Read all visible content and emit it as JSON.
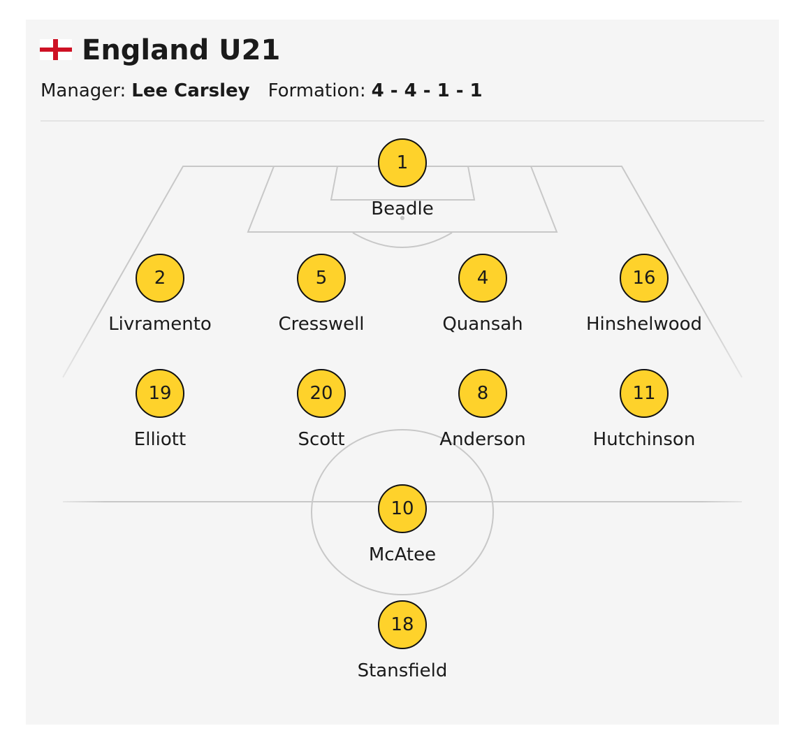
{
  "team": {
    "name": "England U21",
    "flag_icon": "england-flag-icon",
    "manager_label": "Manager:",
    "manager": "Lee Carsley",
    "formation_label": "Formation:",
    "formation": "4 - 4 - 1 - 1"
  },
  "colors": {
    "badge": "#fed22b",
    "flag_cross": "#ce1124",
    "pitch_lines": "#c8c8c8",
    "card": "#f5f5f5"
  },
  "players": [
    {
      "number": "1",
      "name": "Beadle"
    },
    {
      "number": "2",
      "name": "Livramento"
    },
    {
      "number": "5",
      "name": "Cresswell"
    },
    {
      "number": "4",
      "name": "Quansah"
    },
    {
      "number": "16",
      "name": "Hinshelwood"
    },
    {
      "number": "19",
      "name": "Elliott"
    },
    {
      "number": "20",
      "name": "Scott"
    },
    {
      "number": "8",
      "name": "Anderson"
    },
    {
      "number": "11",
      "name": "Hutchinson"
    },
    {
      "number": "10",
      "name": "McAtee"
    },
    {
      "number": "18",
      "name": "Stansfield"
    }
  ]
}
